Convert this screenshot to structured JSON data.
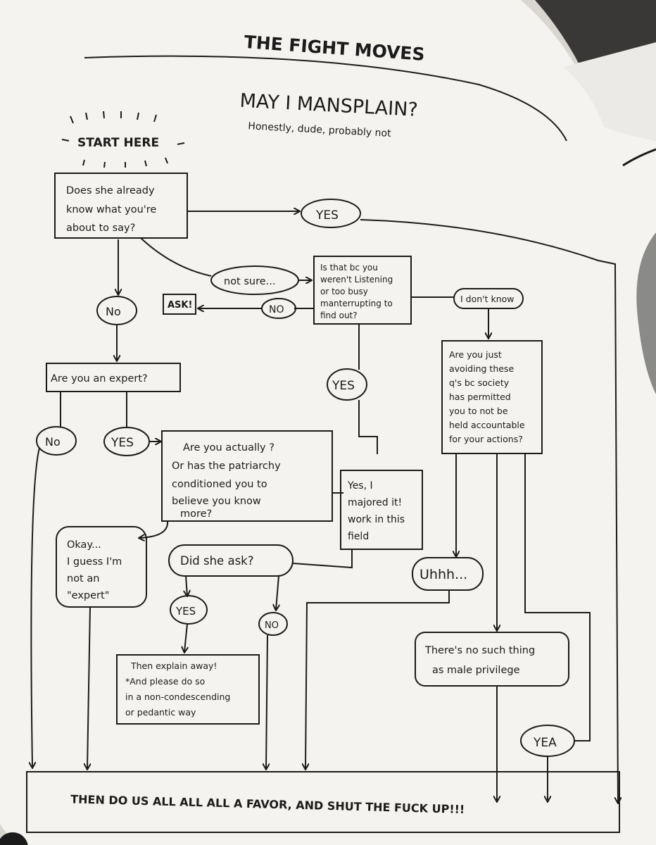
{
  "header": "THE FIGHT MOVES",
  "title": "MAY I MANSPLAIN?",
  "subtitle": "Honestly, dude, probably not",
  "start_label": "START HERE",
  "nodes": {
    "q_knows": [
      "Does she already",
      "know what you're",
      "about to say?"
    ],
    "yes_top": "YES",
    "not_sure": "not sure...",
    "q_listening": [
      "Is that bc you",
      "weren't Listening",
      "or too busy",
      "manterrupting to",
      "find out?"
    ],
    "i_dont_know": "I don't know",
    "ask": "ASK!",
    "no_ask": "NO",
    "no_left": "No",
    "q_expert": "Are you an expert?",
    "yes_mid": "YES",
    "q_avoiding": [
      "Are you just",
      "avoiding these",
      "q's bc society",
      "has permitted",
      "you to not be",
      "held accountable",
      "for your actions?"
    ],
    "no_expert": "No",
    "yes_expert": "YES",
    "q_actually": [
      "Are you actually ?",
      "Or has the patriarchy",
      "conditioned you to",
      "believe you know",
      "more?"
    ],
    "yes_majored": [
      "Yes, I",
      "majored it!",
      "work in this",
      "field"
    ],
    "okay": [
      "Okay...",
      "I guess I'm",
      "not an",
      "\"expert\""
    ],
    "q_ask": "Did she ask?",
    "uhhh": "Uhhh...",
    "yes_ask": "YES",
    "no_ask2": "NO",
    "explain": [
      "Then explain away!",
      "*And please do so",
      "in a non-condescending",
      "or pedantic way"
    ],
    "privilege": [
      "There's no such thing",
      "as male privilege"
    ],
    "yea": "YEA",
    "final": "THEN DO US ALL ALL ALL A FAVOR, AND SHUT THE FUCK UP!!!"
  }
}
